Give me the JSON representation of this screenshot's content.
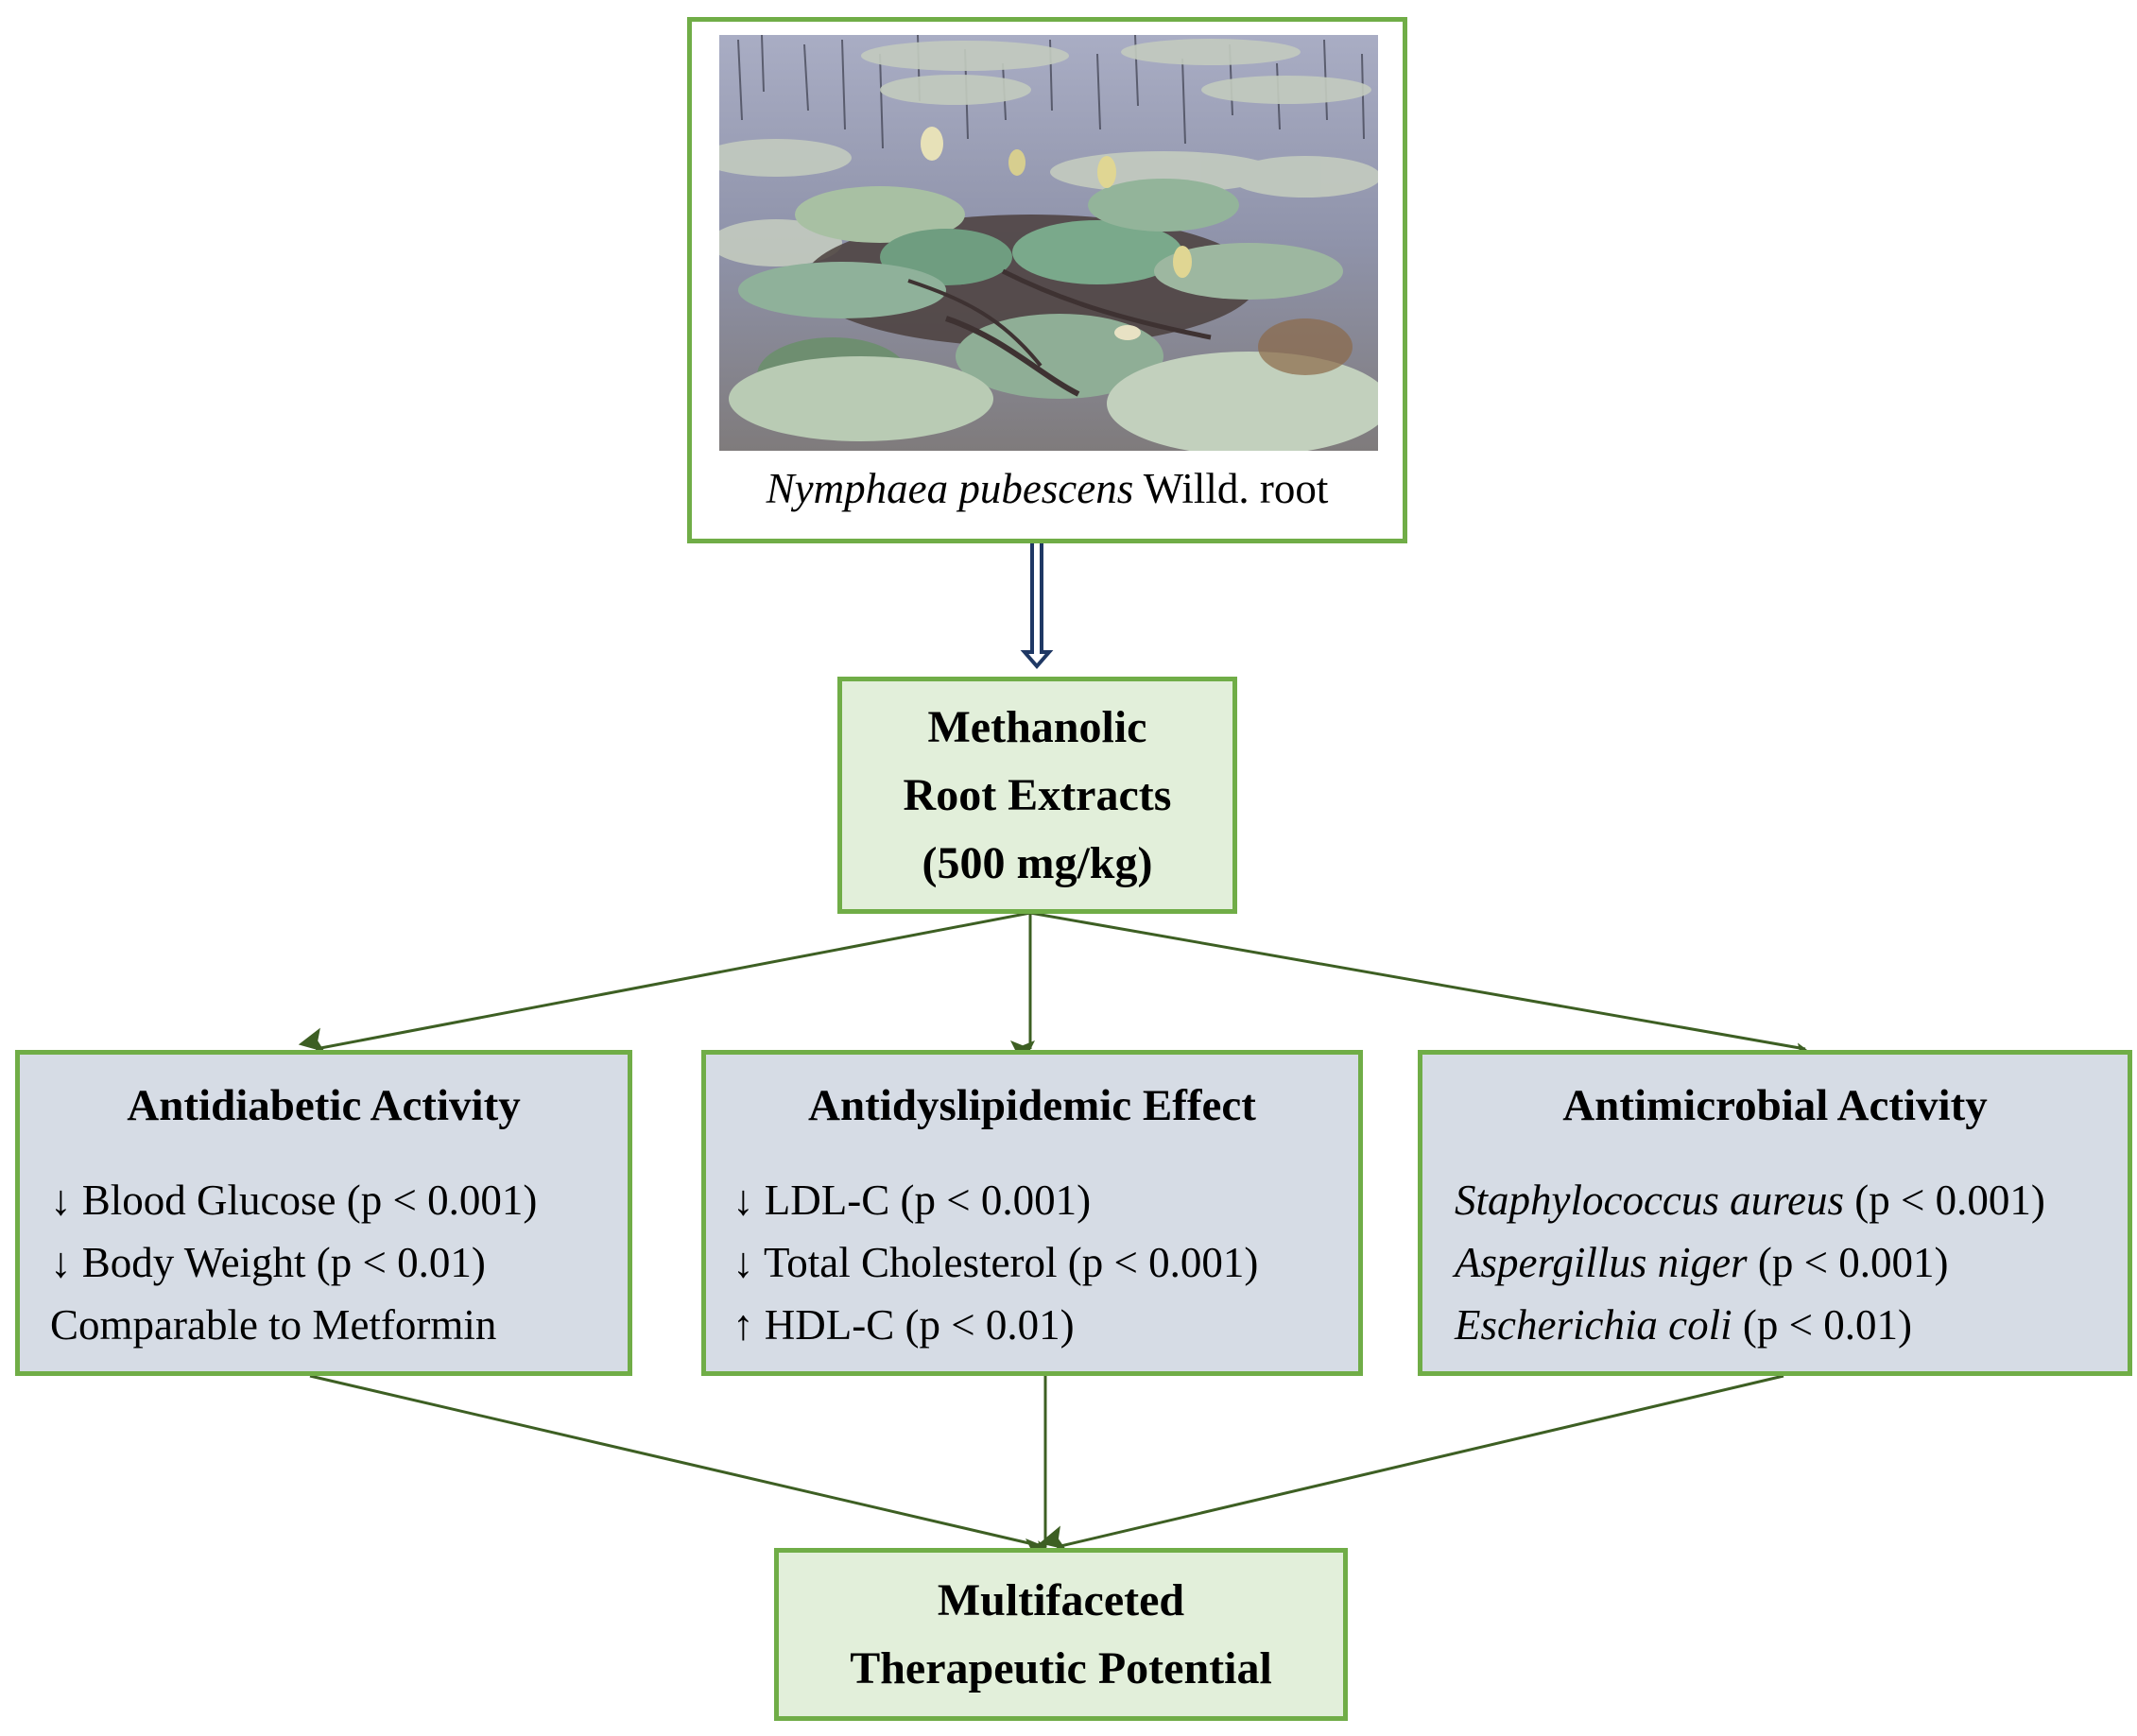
{
  "colors": {
    "box_border": "#70ad47",
    "node_fill": "#e2efda",
    "activity_fill": "#d6dce5",
    "connector": "#3d5f23",
    "hollow_arrow": "#1f3864"
  },
  "source": {
    "photo_alt": "Photograph of Nymphaea pubescens water lily plant with floating leaves and buds",
    "caption_italic": "Nymphaea pubescens",
    "caption_rest": " Willd. root"
  },
  "extract": {
    "lines": [
      "Methanolic",
      "Root Extracts",
      "(500 mg/kg)"
    ]
  },
  "activities": [
    {
      "title": "Antidiabetic Activity",
      "items": [
        {
          "prefix": "↓ ",
          "italic": "",
          "text": "Blood Glucose (p < 0.001)"
        },
        {
          "prefix": "↓ ",
          "italic": "",
          "text": "Body Weight (p < 0.01)"
        },
        {
          "prefix": "",
          "italic": "",
          "text": "Comparable to Metformin"
        }
      ]
    },
    {
      "title": "Antidyslipidemic Effect",
      "items": [
        {
          "prefix": "↓ ",
          "italic": "",
          "text": "LDL-C (p < 0.001)"
        },
        {
          "prefix": "↓ ",
          "italic": "",
          "text": "Total Cholesterol (p < 0.001)"
        },
        {
          "prefix": "↑ ",
          "italic": "",
          "text": "HDL-C (p < 0.01)"
        }
      ]
    },
    {
      "title": "Antimicrobial Activity",
      "items": [
        {
          "prefix": "",
          "italic": "Staphylococcus aureus",
          "text": " (p < 0.001)"
        },
        {
          "prefix": "",
          "italic": "Aspergillus niger",
          "text": " (p < 0.001)"
        },
        {
          "prefix": "",
          "italic": "Escherichia coli",
          "text": " (p < 0.01)"
        }
      ]
    }
  ],
  "result": {
    "lines": [
      "Multifaceted",
      "Therapeutic Potential"
    ]
  }
}
